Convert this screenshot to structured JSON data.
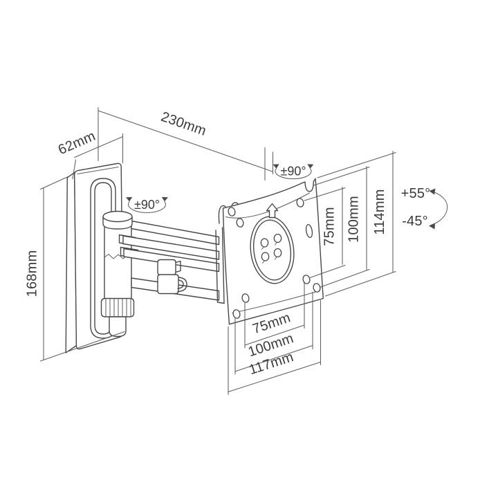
{
  "diagram": {
    "colors": {
      "background": "#ffffff",
      "part_line": "#474747",
      "dimension_line": "#5d5d5d",
      "label_text": "#3a3a3a"
    },
    "labels": {
      "arm_reach": "230mm",
      "wall_plate_depth": "62mm",
      "wall_plate_height": "168mm",
      "swivel_wall_joint": "±90°",
      "swivel_head_joint": "±90°",
      "vesa_vertical_75": "75mm",
      "vesa_vertical_100": "100mm",
      "head_plate_height": "114mm",
      "tilt_up": "+55°",
      "tilt_down": "-45°",
      "vesa_horizontal_75": "75mm",
      "vesa_horizontal_100": "100mm",
      "head_plate_width": "117mm"
    }
  }
}
